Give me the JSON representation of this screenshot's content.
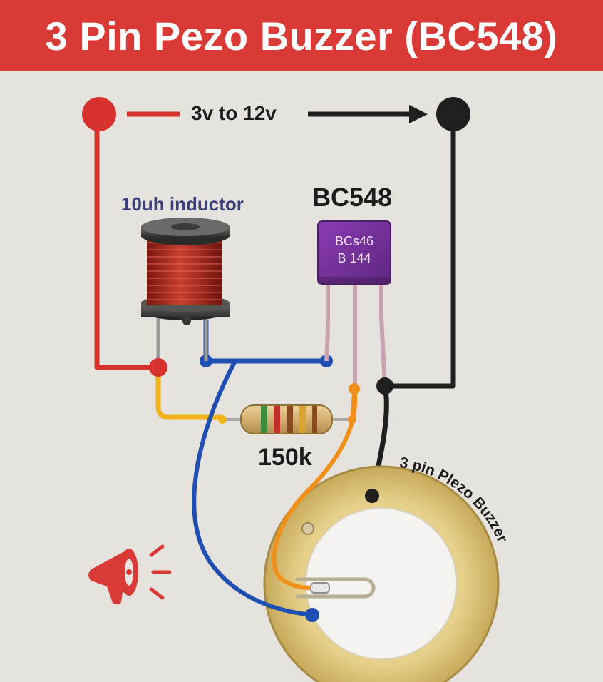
{
  "title": "3 Pin Pezo Buzzer (BC548)",
  "supply_label": "3v to 12v",
  "inductor_label": "10uh inductor",
  "transistor_label": "BC548",
  "transistor_marking_line1": "BCs46",
  "transistor_marking_line2": "B 144",
  "resistor_label": "150k",
  "piezo_label": "3 pin Plezo Buzzer",
  "icons": {
    "speaker": "speaker-icon"
  },
  "colors": {
    "header": "#d93a35",
    "positive_wire": "#d7322d",
    "negative_wire": "#1f1f1f",
    "blue_wire": "#1f4fb3",
    "orange_wire": "#f0901a",
    "yellow_wire": "#f2b418",
    "transistor": "#7b34a0",
    "piezo_brass": "#e0c97a"
  }
}
